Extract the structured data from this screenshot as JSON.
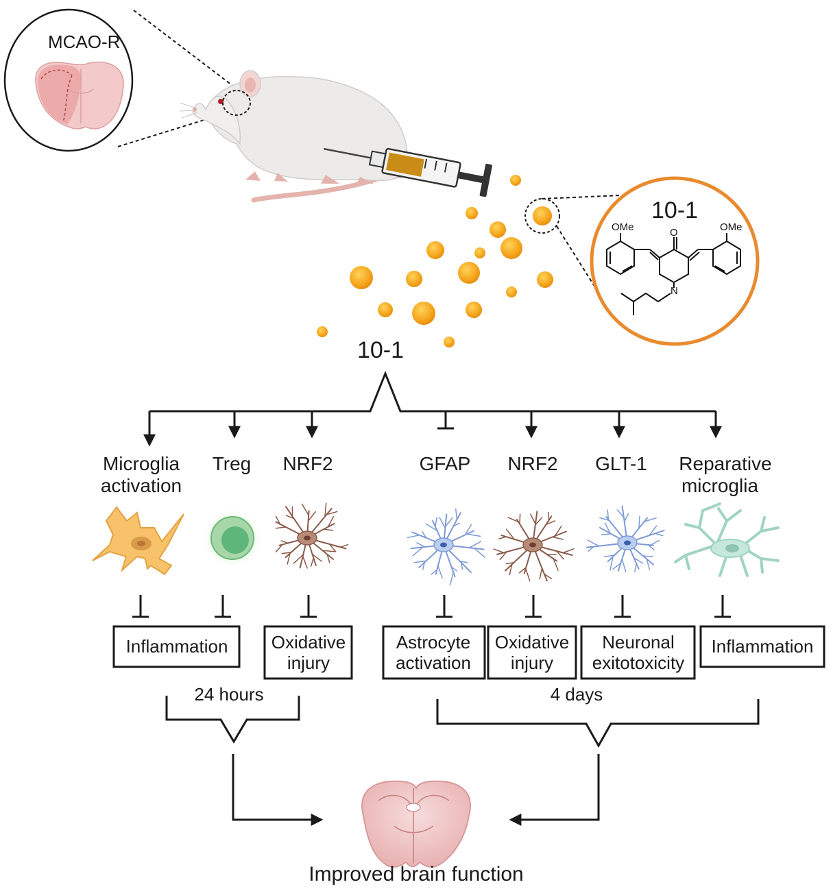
{
  "model_label": "MCAO-R",
  "compound": {
    "name": "10-1",
    "name_center": "10-1",
    "structure_labels": {
      "ome_left": "OMe",
      "ome_right": "OMe",
      "carbonyl": "O",
      "nitrogen": "N"
    }
  },
  "targets": [
    {
      "line1": "Microglia",
      "line2": "activation",
      "effect": "activate"
    },
    {
      "line1": "Treg",
      "line2": "",
      "effect": "activate"
    },
    {
      "line1": "NRF2",
      "line2": "",
      "effect": "activate"
    },
    {
      "line1": "GFAP",
      "line2": "",
      "effect": "inhibit"
    },
    {
      "line1": "NRF2",
      "line2": "",
      "effect": "activate"
    },
    {
      "line1": "GLT-1",
      "line2": "",
      "effect": "activate"
    },
    {
      "line1": "Reparative",
      "line2": "microglia",
      "effect": "activate"
    }
  ],
  "outcomes": [
    {
      "line1": "Inflammation",
      "line2": ""
    },
    {
      "line1": "Oxidative",
      "line2": "injury"
    },
    {
      "line1": "Astrocyte",
      "line2": "activation"
    },
    {
      "line1": "Oxidative",
      "line2": "injury"
    },
    {
      "line1": "Neuronal",
      "line2": "exitotoxicity"
    },
    {
      "line1": "Inflammation",
      "line2": ""
    }
  ],
  "timepoints": {
    "early": "24 hours",
    "late": "4 days"
  },
  "result": "Improved brain function",
  "colors": {
    "drug": "#f5a31a",
    "drug_ring": "#e98a2e",
    "microglia": "#f7c26a",
    "treg": "#5fb67a",
    "neuron_brown": "#8a5a48",
    "astrocyte_blue": "#7c9ad6",
    "reparative": "#9fd3c2",
    "brain": "#f0c6c6"
  }
}
